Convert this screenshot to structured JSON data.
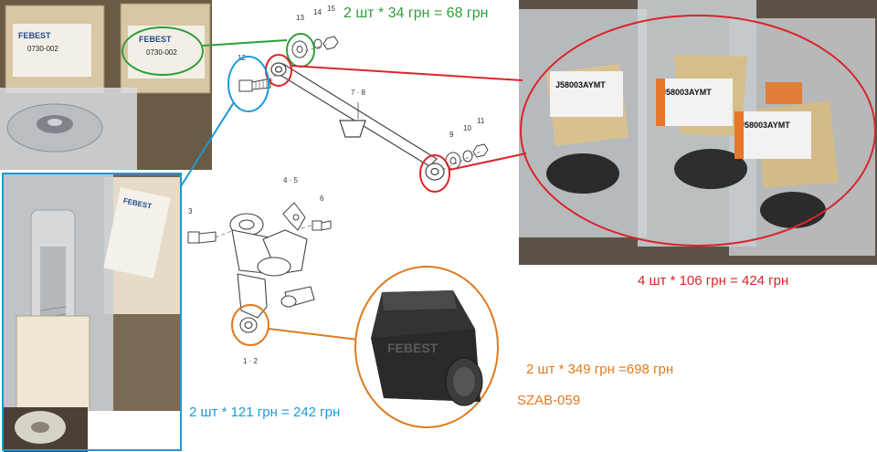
{
  "annotations": {
    "green": {
      "text": "2 шт * 34 грн = 68 грн",
      "color": "#2e9e3a"
    },
    "red": {
      "text": "4 шт * 106 грн = 424 грн",
      "color": "#d9252b"
    },
    "orange": {
      "text": "2 шт * 349 грн =698 грн",
      "color": "#e07a1f"
    },
    "blue": {
      "text": "2 шт * 121 грн = 242 грн",
      "color": "#1a9ad6"
    },
    "part_code": {
      "text": "SZAB-059",
      "color": "#e07a1f"
    }
  },
  "photo_labels": {
    "box_brand": "FEBEST",
    "box_code": "0730-002",
    "bag_code": "J58003AYMT",
    "bushing_brand": "FEBEST"
  },
  "part_numbers": {
    "n13": "13",
    "n14": "14",
    "n15": "15",
    "n12": "12",
    "n7_8": "7 · 8",
    "n9": "9",
    "n10": "10",
    "n11": "11",
    "n4_5": "4 · 5",
    "n6": "6",
    "n3": "3",
    "n1_2": "1 · 2"
  }
}
